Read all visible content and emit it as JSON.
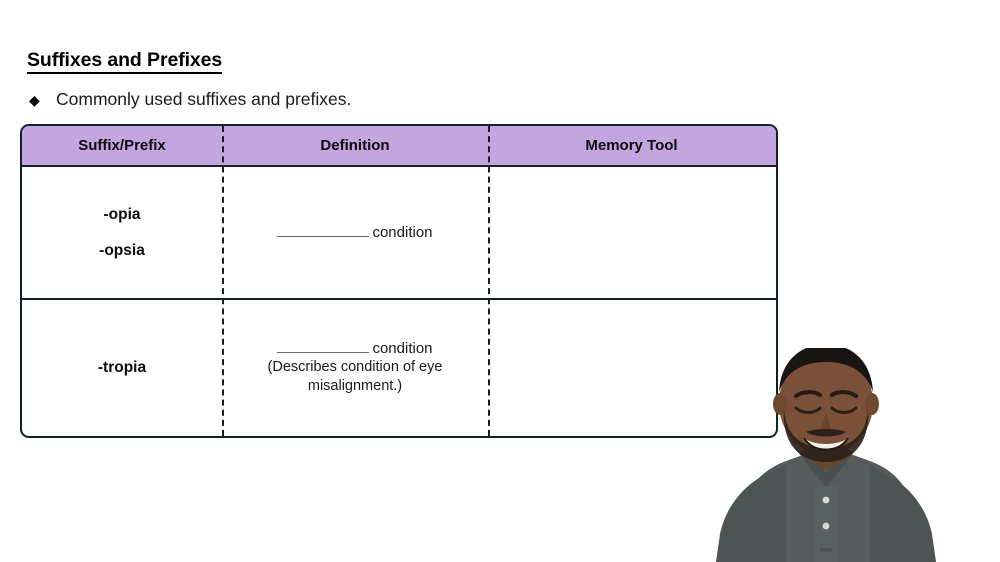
{
  "slide": {
    "title": "Suffixes and Prefixes",
    "bullet": {
      "glyph": "◆",
      "glyph_name": "diamond-bullet-icon",
      "text": "Commonly used suffixes and prefixes."
    },
    "background_color": "#ffffff"
  },
  "table": {
    "header_fill": "#c3a5e0",
    "border_color": "#12202a",
    "columns": [
      {
        "label": "Suffix/Prefix"
      },
      {
        "label": "Definition"
      },
      {
        "label": "Memory Tool"
      }
    ],
    "rows": [
      {
        "terms": [
          "-opia",
          "-opsia"
        ],
        "definition_blank": "__________",
        "definition_text": "condition",
        "definition_note": "",
        "memory_tool": ""
      },
      {
        "terms": [
          "-tropia"
        ],
        "definition_blank": "__________",
        "definition_text": "condition",
        "definition_note": "(Describes condition of eye misalignment.)",
        "memory_tool": ""
      }
    ]
  },
  "presenter": {
    "description": "presenter-video-overlay",
    "shirt_color": "#565b5c",
    "skin_color": "#7a5138"
  }
}
